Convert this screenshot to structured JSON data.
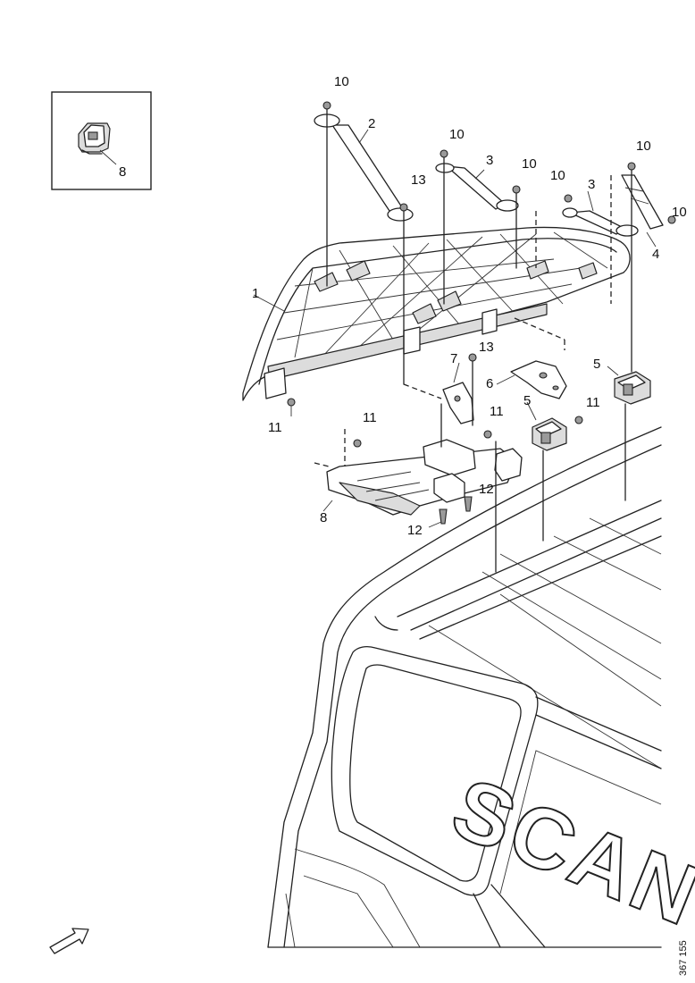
{
  "diagram": {
    "inset_label": "8",
    "callouts": {
      "c1": "1",
      "c2": "2",
      "c3a": "3",
      "c3b": "3",
      "c4": "4",
      "c5a": "5",
      "c5b": "5",
      "c6": "6",
      "c7": "7",
      "c8": "8",
      "c10a": "10",
      "c10b": "10",
      "c10c": "10",
      "c10d": "10",
      "c10e": "10",
      "c10f": "10",
      "c11a": "11",
      "c11b": "11",
      "c11c": "11",
      "c11d": "11",
      "c12a": "12",
      "c12b": "12",
      "c13a": "13",
      "c13b": "13"
    },
    "logo_text": "SCAN",
    "reference_number": "367 155",
    "direction_arrow_icon": "forward-arrow-icon"
  }
}
